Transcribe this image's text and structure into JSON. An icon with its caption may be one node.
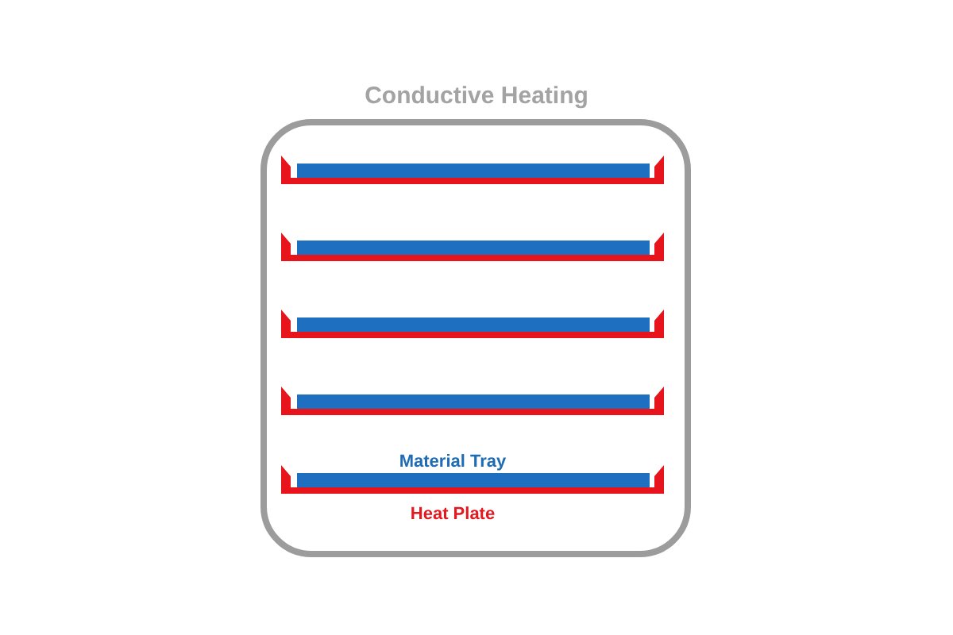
{
  "diagram": {
    "title": "Conductive Heating",
    "labels": [
      "Material Tray",
      "Heat Plate"
    ]
  }
}
